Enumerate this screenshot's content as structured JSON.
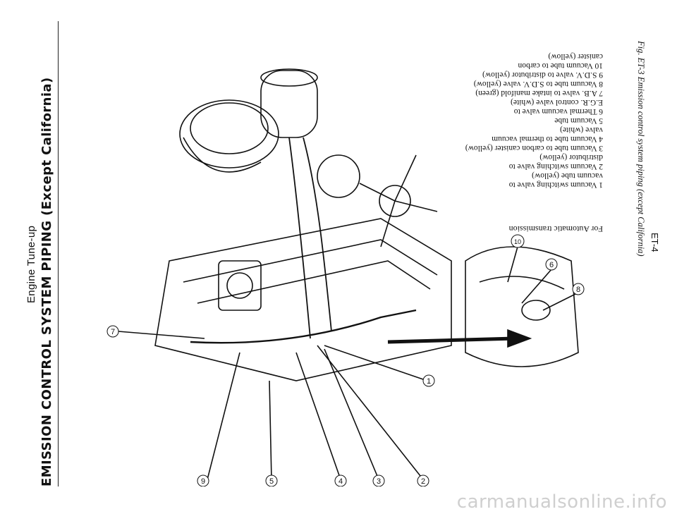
{
  "header": {
    "section": "Engine Tune-up",
    "title": "EMISSION CONTROL SYSTEM PIPING (Except California)"
  },
  "legend": {
    "lines": [
      "1   Vacuum switching valve to",
      "     vacuum tube (yellow)",
      "2   Vacuum switching valve to",
      "     distributor (yellow)",
      "3   Vacuum tube to carbon canister (yellow)",
      "4   Vacuum tube to thermal vacuum",
      "     valve (white)",
      "5   Vacuum tube",
      "6   Thermal vacuum valve to",
      "     E.G.R. control valve (white)",
      "7   A.B. valve to intake manifold (green)",
      "8   Vacuum tube to S.D.V. valve (yellow)",
      "9   S.D.V. valve to distributor (yellow)",
      "10  Vacuum tube to carbon",
      "     canister (yellow)"
    ],
    "note": "For Automatic transmission"
  },
  "callouts": [
    "1",
    "2",
    "3",
    "4",
    "5",
    "6",
    "7",
    "8",
    "9",
    "10"
  ],
  "caption": "Fig. ET-3  Emission control system piping (except California)",
  "page_number": "ET-4",
  "watermark": "carmanualsonline.info"
}
